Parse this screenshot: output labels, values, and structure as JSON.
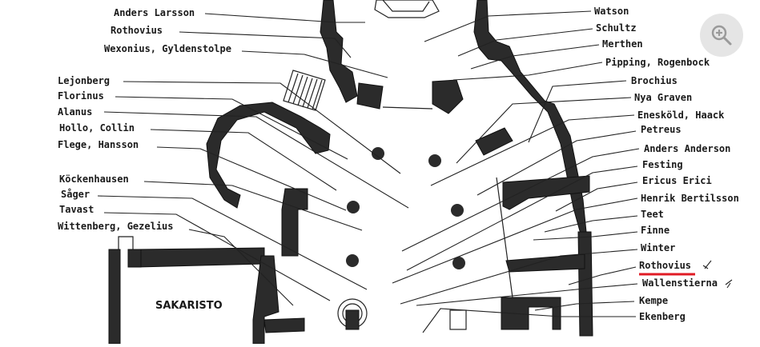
{
  "diagram": {
    "room_label": "SAKARISTO",
    "left_labels": [
      "Anders Larsson",
      "Rothovius",
      "Wexonius, Gyldenstolpe",
      "Lejonberg",
      "Florinus",
      "Alanus",
      "Hollo, Collin",
      "Flege, Hansson",
      "Köckenhausen",
      "Såger",
      "Tavast",
      "Wittenberg, Gezelius"
    ],
    "right_labels": [
      "Watson",
      "Schultz",
      "Merthen",
      "Pipping, Rogenbock",
      "Brochius",
      "Nya Graven",
      "Enesköld, Haack",
      "Petreus",
      "Anders Anderson",
      "Festing",
      "Ericus Erici",
      "Henrik Bertilsson",
      "Teet",
      "Finne",
      "Winter",
      "Rothovius",
      "Wallenstierna",
      "Kempe",
      "Ekenberg"
    ],
    "highlighted_label_index": 15,
    "highlight_color": "#e01b24"
  },
  "controls": {
    "zoom_icon": "zoom-in-icon"
  }
}
